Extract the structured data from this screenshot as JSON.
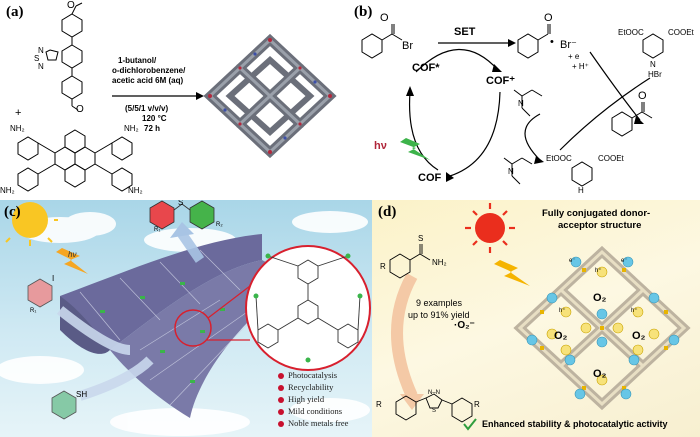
{
  "panel_a": {
    "label": "(a)",
    "conditions": [
      "1-butanol/",
      "o-dichlorobenzene/",
      "acetic acid 6M (aq)",
      "(5/5/1 v/v/v)",
      "120 °C",
      "72 h"
    ],
    "plus": "+",
    "amine": "NH₂",
    "aldehyde": "O",
    "ring_atoms": [
      "N",
      "S",
      "N"
    ]
  },
  "panel_b": {
    "label": "(b)",
    "set": "SET",
    "cof_star": "COF*",
    "cof_plus": "COF⁺",
    "cof": "COF",
    "hv": "hν",
    "br": "Br",
    "o": "O",
    "br_minus": "Br⁻",
    "plus_e": "+ e",
    "plus_h": "+ H⁺",
    "dot": "•",
    "ester_left": "EtOOC",
    "ester_right": "COOEt",
    "hbr": "HBr",
    "nh": "H",
    "n": "N",
    "n_plus": "N"
  },
  "panel_c": {
    "label": "(c)",
    "hv": "hν",
    "features": [
      "Photocatalysis",
      "Recyclability",
      "High yield",
      "Mild conditions",
      "Noble metals free"
    ],
    "iodo": "I",
    "sh": "SH",
    "s": "S",
    "r1": "R₁",
    "r2": "R₂",
    "colors": {
      "red_ring": "#e8474c",
      "green_ring": "#45b34a",
      "pink_ring": "#e79a9d",
      "teal_ring": "#86c9a6"
    }
  },
  "panel_d": {
    "label": "(d)",
    "title_line1": "Fully conjugated donor-",
    "title_line2": "acceptor structure",
    "examples_line1": "9 examples",
    "examples_line2": "up to 91% yield",
    "superoxide": "·O₂⁻",
    "o2": "O₂",
    "electron": "e⁻",
    "hole": "h⁺",
    "footer": "Enhanced stability & photocatalytic activity",
    "check": "✓",
    "r": "R",
    "nh2": "NH₂",
    "s": "S",
    "ring_label": "N–N"
  }
}
